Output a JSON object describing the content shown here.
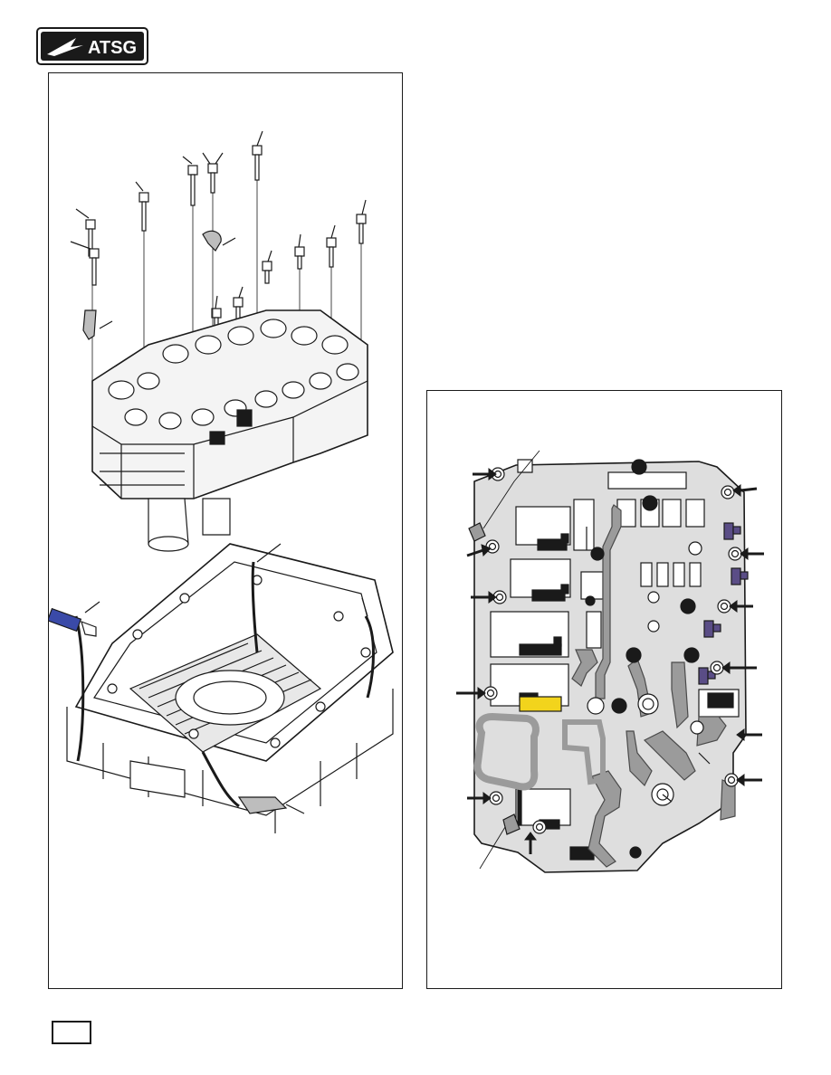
{
  "logo": {
    "text": "ATSG",
    "icon": "atsg-wing-logo-icon"
  },
  "figures": [
    {
      "id": "left",
      "subject": "exploded-valve-body-assembly-illustration"
    },
    {
      "id": "right",
      "subject": "valve-body-separator-plate-illustration"
    }
  ],
  "colors": {
    "ink": "#1a1a1a",
    "accent_yellow": "#f2d41c",
    "accent_blue": "#3a4aa8",
    "accent_purple": "#5a4d86",
    "gray": "#9b9b9b"
  },
  "page_number": ""
}
